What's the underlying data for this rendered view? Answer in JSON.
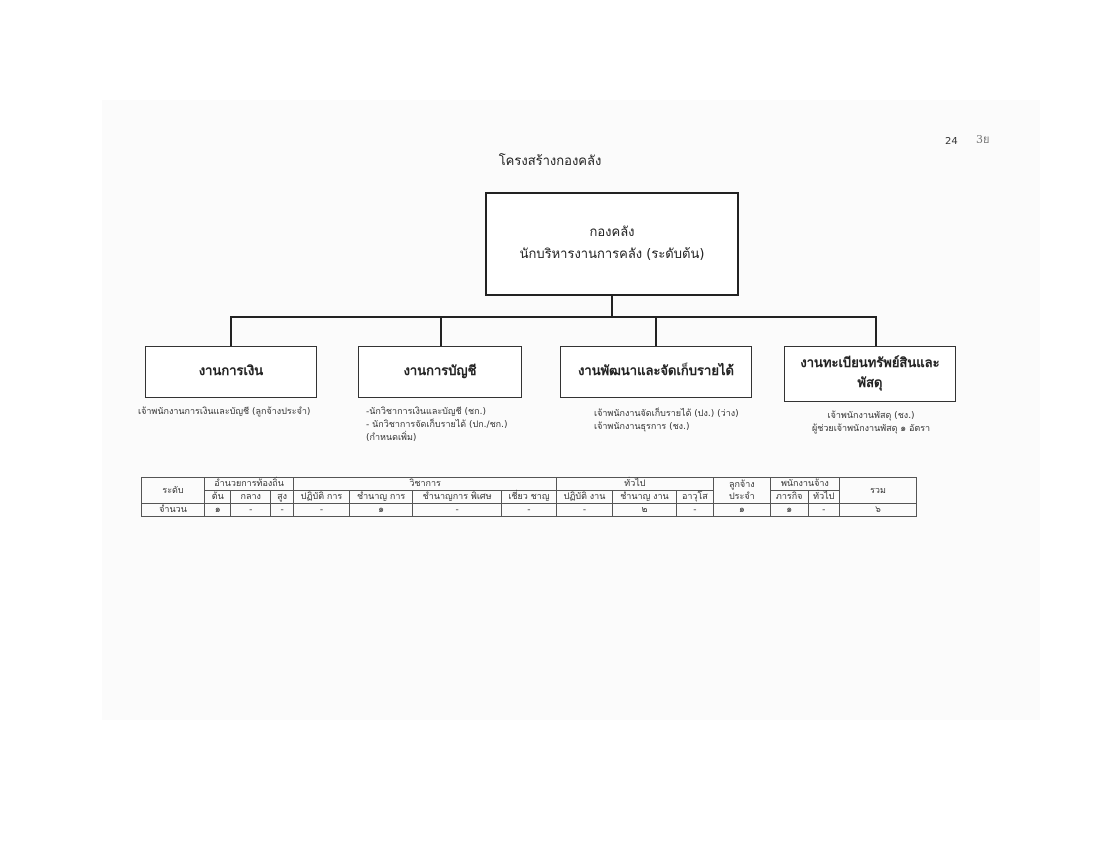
{
  "page_number": "24",
  "handwritten_note": "3ย",
  "title": "โครงสร้างกองคลัง",
  "head": {
    "line1": "กองคลัง",
    "line2": "นักบริหารงานการคลัง (ระดับต้น)"
  },
  "units": [
    {
      "name": "งานการเงิน",
      "staff": [
        "เจ้าพนักงานการเงินและบัญชี (ลูกจ้างประจำ)"
      ]
    },
    {
      "name": "งานการบัญชี",
      "staff": [
        "-นักวิชาการเงินและบัญชี (ชก.)",
        "- นักวิชาการจัดเก็บรายได้ (ปก./ชก.)",
        "(กำหนดเพิ่ม)"
      ]
    },
    {
      "name": "งานพัฒนาและจัดเก็บรายได้",
      "staff": [
        "เจ้าพนักงานจัดเก็บรายได้ (ปง.) (ว่าง)",
        "เจ้าพนักงานธุรการ (ชง.)"
      ]
    },
    {
      "name": "งานทะเบียนทรัพย์สินและพัสดุ",
      "staff": [
        "เจ้าพนักงานพัสดุ (ชง.)",
        "ผู้ช่วยเจ้าพนักงานพัสดุ ๑ อัตรา"
      ]
    }
  ],
  "summary_table": {
    "level_label": "ระดับ",
    "count_label": "จำนวน",
    "groups": {
      "local_admin": "อำนวยการท้องถิ่น",
      "academic": "วิชาการ",
      "general": "ทั่วไป",
      "permanent_employee": "ลูกจ้าง ประจำ",
      "staff_employee": "พนักงานจ้าง",
      "total": "รวม"
    },
    "subheaders": {
      "local_admin": [
        "ต้น",
        "กลาง",
        "สูง"
      ],
      "academic": [
        "ปฏิบัติ การ",
        "ชำนาญ การ",
        "ชำนาญการ พิเศษ",
        "เชี่ยว ชาญ"
      ],
      "general": [
        "ปฏิบัติ งาน",
        "ชำนาญ งาน",
        "อาวุโส"
      ],
      "staff_employee": [
        "ภารกิจ",
        "ทั่วไป"
      ]
    },
    "counts": [
      "๑",
      "-",
      "-",
      "-",
      "๑",
      "-",
      "-",
      "-",
      "๒",
      "-",
      "๑",
      "๑",
      "-",
      "๖"
    ]
  }
}
